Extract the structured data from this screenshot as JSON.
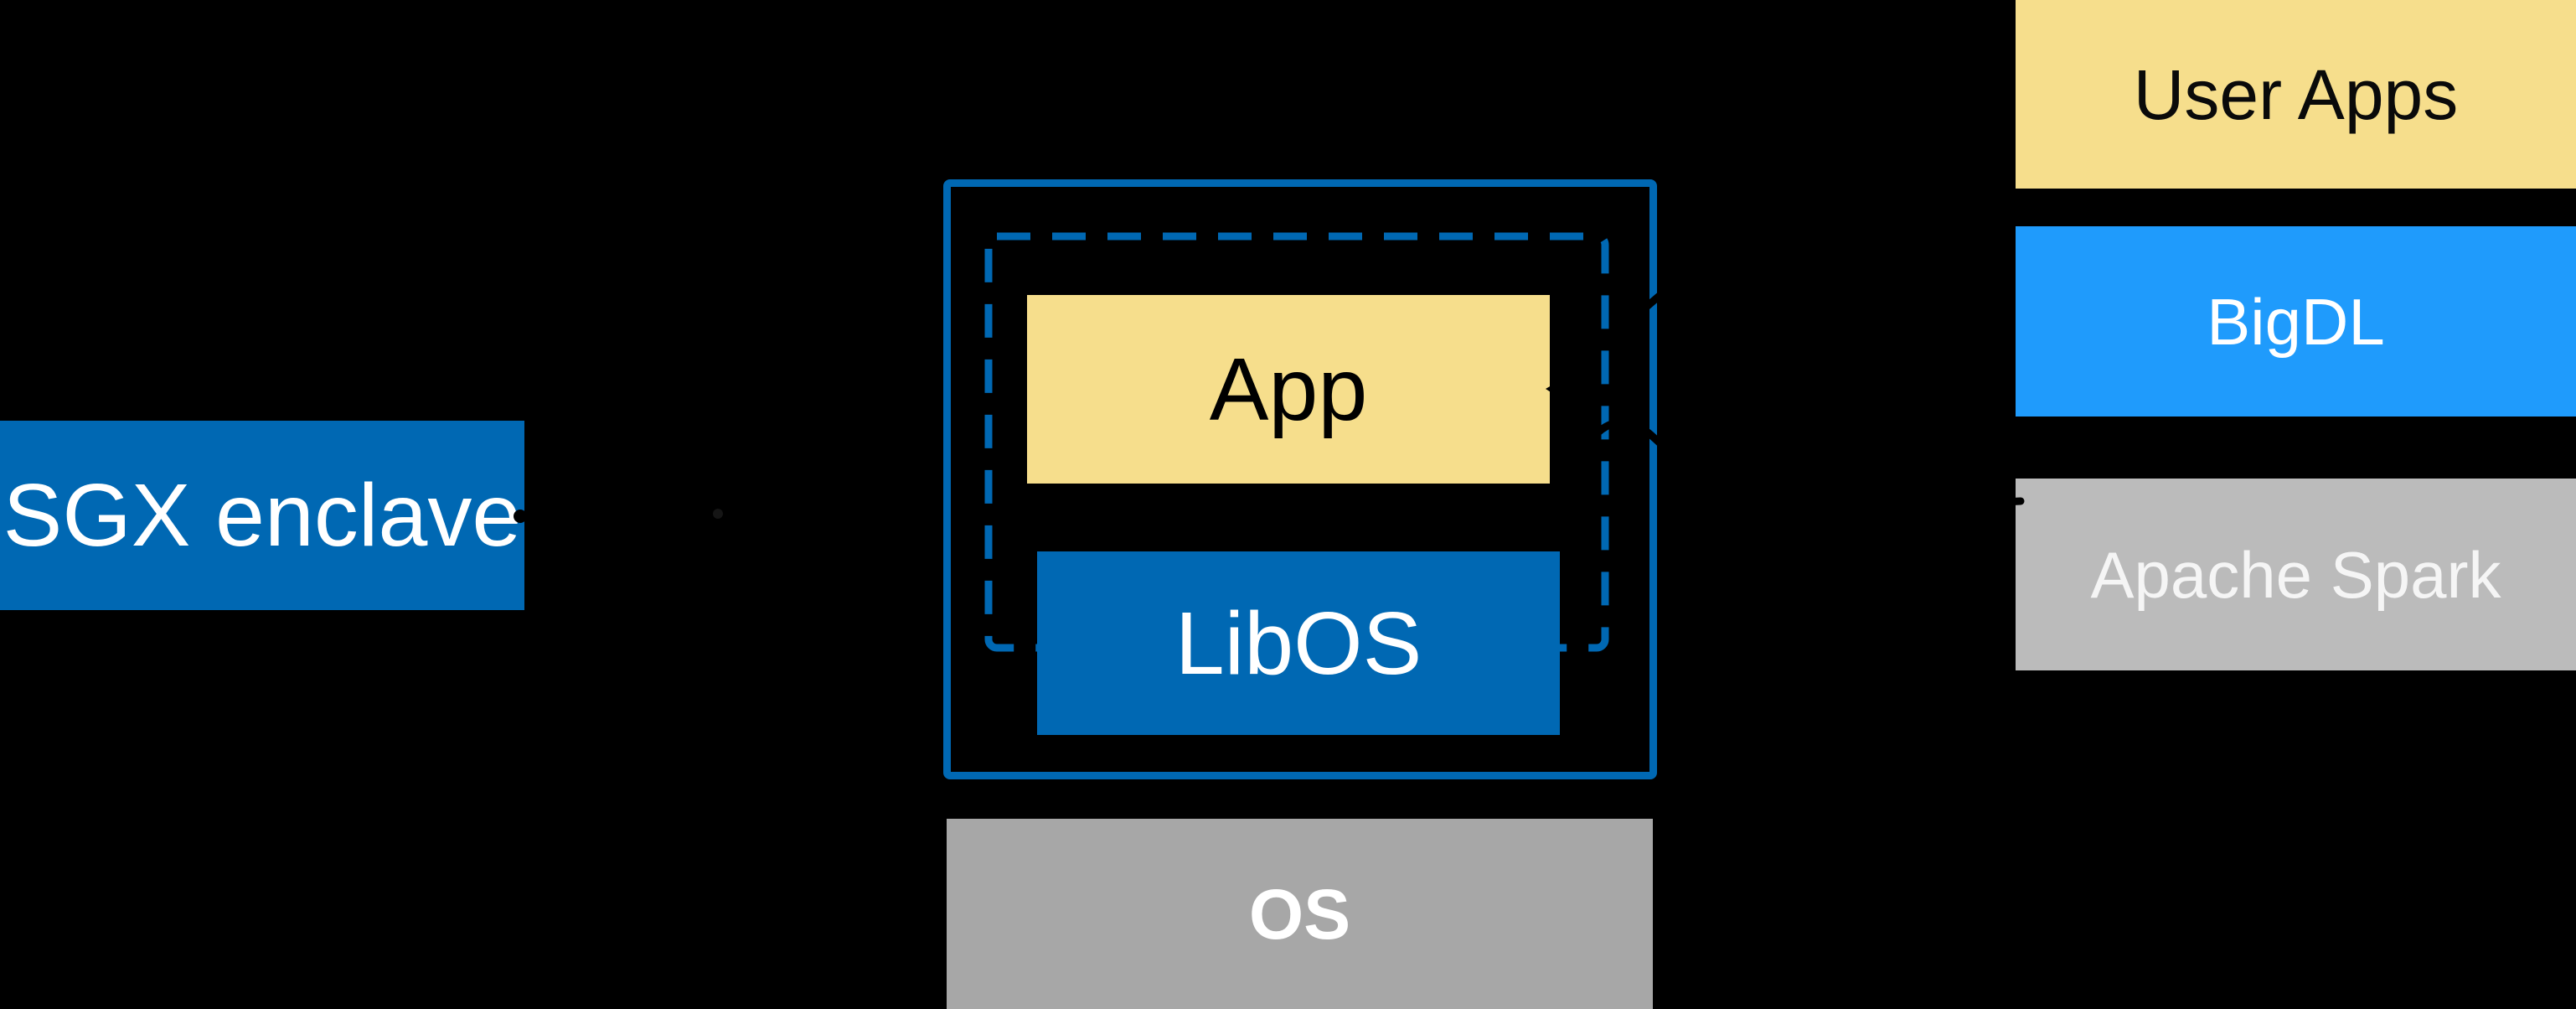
{
  "diagram": {
    "title_hint": "SGX enclave LibOS architecture diagram",
    "left": {
      "sgx_label": "SGX enclave"
    },
    "center": {
      "app_label": "App",
      "libos_label": "LibOS",
      "os_label": "OS"
    },
    "right_stack": [
      {
        "label": "User Apps"
      },
      {
        "label": "BigDL"
      },
      {
        "label": "Apache Spark"
      }
    ],
    "right": {
      "user_apps_label": "User Apps",
      "bigdl_label": "BigDL",
      "apache_spark_label": "Apache Spark"
    },
    "colors": {
      "background": "#000000",
      "intel_blue": "#0068B3",
      "bigdl_azure": "#1F9BFC",
      "app_yellow": "#F6DE8C",
      "os_gray": "#A7A7A7",
      "spark_gray": "#BBBBBB",
      "annotation_black": "#000000",
      "white_text": "#FFFFFF",
      "black_text": "#000000"
    },
    "annotations": {
      "enclave_boundary": "dashed rounded rectangle around App and LibOS",
      "arrow_to_app": "black leader arrow from right stack pointing at App box",
      "lower_leader": "black leader line crossing right border of enclave frame",
      "sgx_leader_dot": "black dot terminator on SGX enclave box edge"
    }
  }
}
